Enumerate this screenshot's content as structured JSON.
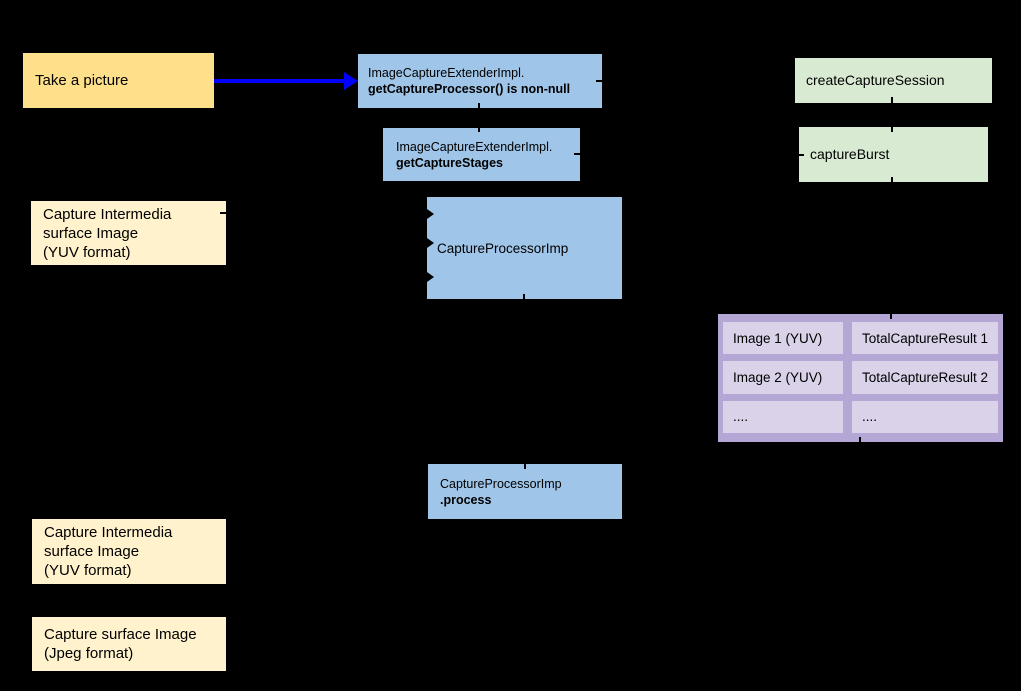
{
  "colors": {
    "canvas_bg": "#000000",
    "yellow": "#ffe08a",
    "cream": "#fff2cc",
    "blue": "#9fc5e8",
    "green": "#d9ead3",
    "purple_outer": "#b4a7d6",
    "purple_cell": "#d9d2e9",
    "arrow_blue": "#0000ff",
    "text": "#000000"
  },
  "nodes": {
    "take_a_picture": {
      "label": "Take a picture"
    },
    "get_capture_processor": {
      "line1": "ImageCaptureExtenderImpl.",
      "line2_bold": "getCaptureProcessor() is non-null"
    },
    "get_capture_stages": {
      "line1": "ImageCaptureExtenderImpl.",
      "line2_bold": "getCaptureStages"
    },
    "create_capture_session": {
      "label": "createCaptureSession"
    },
    "capture_burst": {
      "label": "captureBurst"
    },
    "capture_intermedia_top": {
      "line1": "Capture Intermedia",
      "line2": "surface Image",
      "line3": "(YUV format)"
    },
    "capture_processor_imp": {
      "label": "CaptureProcessorImp"
    },
    "capture_processor_process": {
      "line1": "CaptureProcessorImp",
      "line2_bold": ".process"
    },
    "capture_intermedia_bottom": {
      "line1": "Capture Intermedia",
      "line2": "surface Image",
      "line3": "(YUV format)"
    },
    "capture_surface_jpeg": {
      "line1": "Capture surface Image",
      "line2": "(Jpeg format)"
    }
  },
  "capture_result_table": {
    "rows": [
      {
        "left": "Image 1 (YUV)",
        "right": "TotalCaptureResult 1"
      },
      {
        "left": "Image 2 (YUV)",
        "right": "TotalCaptureResult 2"
      },
      {
        "left": "....",
        "right": "...."
      }
    ]
  }
}
